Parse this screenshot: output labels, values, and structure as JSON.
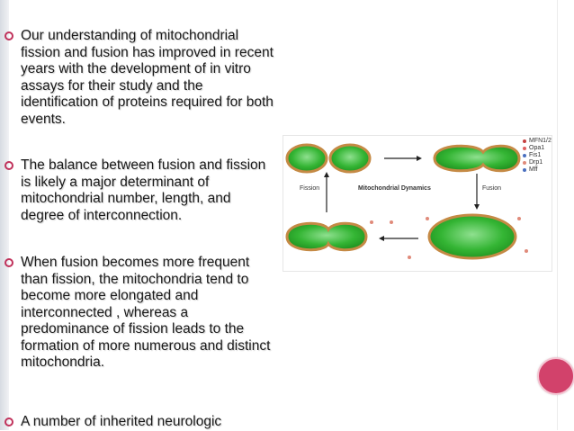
{
  "bullets": [
    "Our understanding of mitochondrial fission and fusion has improved in recent years with the development of in vitro assays for their study and the identification of proteins required for both events.",
    "The balance between fusion and fission is likely a major determinant of mitochondrial number, length, and degree of interconnection.",
    "When fusion becomes more frequent than fission, the mitochondria tend to become more elongated and interconnected , whereas a predominance of fission leads to the formation of more numerous and distinct mitochondria.",
    "A number of inherited neurologic"
  ],
  "figure": {
    "center_label": "Mitochondrial Dynamics",
    "left_label": "Fission",
    "right_label": "Fusion",
    "legend": [
      "MFN1/2",
      "Opa1",
      "Fis1",
      "Drp1",
      "Mff"
    ]
  },
  "colors": {
    "accent": "#c0325b",
    "circle": "#d2426b",
    "mito_fill": "#3bbf3b",
    "mito_outline": "#c58a45"
  }
}
